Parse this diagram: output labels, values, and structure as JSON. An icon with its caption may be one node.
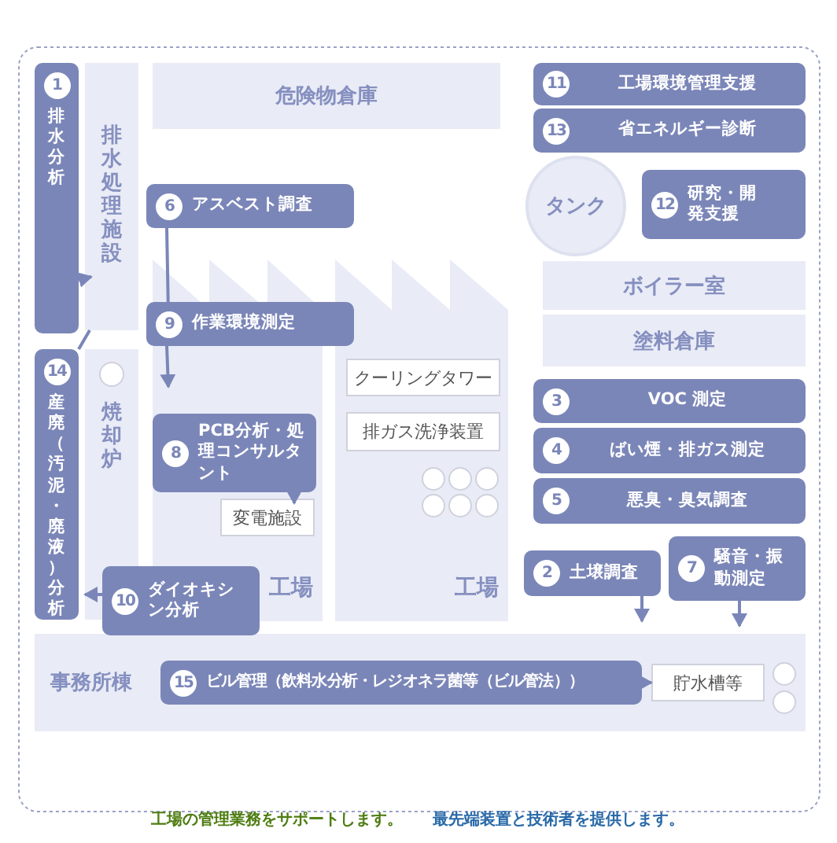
{
  "diagram": {
    "nodes": [
      {
        "text": [
          "危険物倉庫"
        ]
      },
      {
        "text": [
          "排水処理施設"
        ]
      },
      {
        "text": [
          "焼却炉"
        ]
      },
      {
        "text": [
          "工場"
        ]
      },
      {
        "text": [
          "工場"
        ]
      },
      {
        "text": [
          "クーリングタワー"
        ],
        "in": 4
      },
      {
        "text": [
          "排ガス洗浄装置"
        ],
        "in": 4
      },
      {
        "text": [
          "変電施設"
        ],
        "in": 3
      },
      {
        "text": [
          "タンク"
        ]
      },
      {
        "text": [
          "ボイラー室"
        ]
      },
      {
        "text": [
          "塗料倉庫"
        ]
      },
      {
        "text": [
          "事務所棟"
        ]
      },
      {
        "text": [
          "貯水槽等"
        ],
        "in": 11
      },
      {
        "text": [
          "1",
          "排水分析"
        ]
      },
      {
        "text": [
          "6",
          "アスベスト調査"
        ]
      },
      {
        "text": [
          "9",
          "作業環境測定"
        ]
      },
      {
        "text": [
          "11",
          "工場環境管理支援"
        ]
      },
      {
        "text": [
          "13",
          "省エネルギー診断"
        ]
      },
      {
        "text": [
          "12",
          "研究・開発支援"
        ]
      },
      {
        "text": [
          "14",
          "産廃（汚泥・廃液）分析"
        ]
      },
      {
        "text": [
          "8",
          "PCB分析・処理コンサルタント"
        ],
        "in": 3
      },
      {
        "text": [
          "3",
          "VOC 測定"
        ]
      },
      {
        "text": [
          "4",
          "ばい煙・排ガス測定"
        ]
      },
      {
        "text": [
          "5",
          "悪臭・臭気調査"
        ]
      },
      {
        "text": [
          "2",
          "土壌調査"
        ]
      },
      {
        "text": [
          "7",
          "騒音・振動測定"
        ]
      },
      {
        "text": [
          "10",
          "ダイオキシン分析"
        ]
      },
      {
        "text": [
          "15",
          "ビル管理（飲料水分析・レジオネラ菌等（ビル管法））"
        ],
        "in": 11
      }
    ],
    "edges": [
      {
        "from": 13,
        "to": 1,
        "arrow": "to"
      },
      {
        "from": 19,
        "to": 1,
        "arrow": "none"
      },
      {
        "from": 14,
        "to": 3,
        "arrow": "to"
      },
      {
        "from": 15,
        "to": 3,
        "arrow": "to"
      },
      {
        "from": 20,
        "to": 7,
        "arrow": "to"
      },
      {
        "from": 26,
        "to": 2,
        "arrow": "to"
      },
      {
        "from": 27,
        "to": 12,
        "arrow": "to"
      },
      {
        "from": 24,
        "to": null,
        "arrow": "to"
      },
      {
        "from": 25,
        "to": null,
        "arrow": "to"
      }
    ],
    "labels": [
      "工場の管理業務をサポートします。",
      "最先端装置と技術者を提供します。"
    ]
  }
}
